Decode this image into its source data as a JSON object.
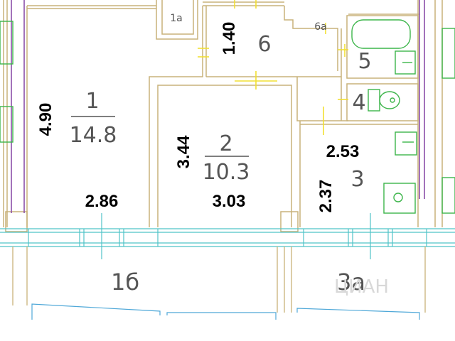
{
  "rooms": {
    "r1": {
      "number": "1",
      "area": "14.8"
    },
    "r1a": {
      "number": "1а"
    },
    "r2": {
      "number": "2",
      "area": "10.3"
    },
    "r3": {
      "number": "3"
    },
    "r3a": {
      "number": "3а"
    },
    "r4": {
      "number": "4"
    },
    "r5": {
      "number": "5"
    },
    "r6": {
      "number": "6"
    },
    "r6a": {
      "number": "6а"
    },
    "r1b": {
      "number": "1б"
    }
  },
  "dimensions": {
    "d1_height": "4.90",
    "d1_width": "2.86",
    "d2_height": "3.44",
    "d2_width": "3.03",
    "d3_width": "2.53",
    "d3_height": "2.37",
    "d6_height": "1.40"
  },
  "watermark": {
    "text": "ЦИАН"
  },
  "colors": {
    "wall": "#c8b27a",
    "window": "#4fc3c8",
    "fixture": "#3cb54a",
    "purple": "#8a4fa8",
    "door_tick": "#f2e033",
    "balcony": "#4fa8d8"
  }
}
